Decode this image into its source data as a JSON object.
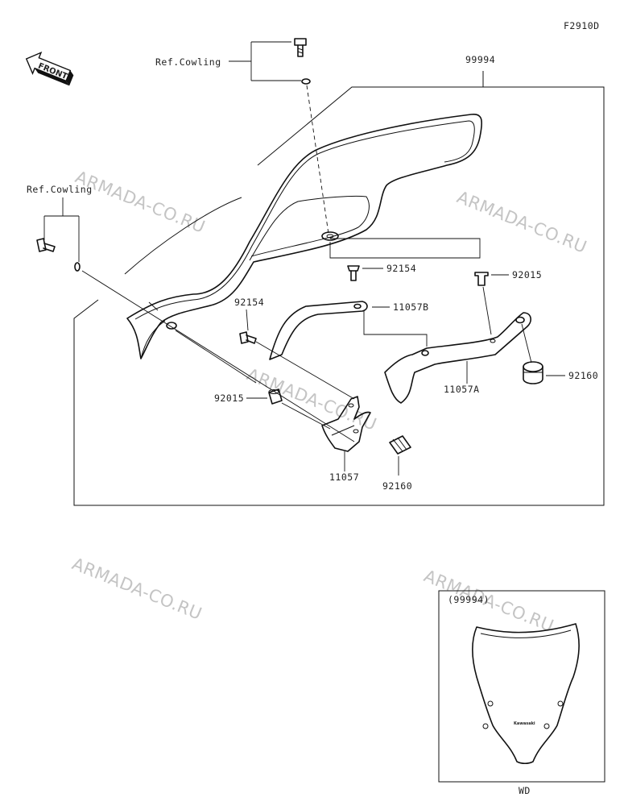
{
  "figure_code": "F2910D",
  "front_label": "FRONT",
  "watermark": "ARMADA-CO.RU",
  "labels": {
    "ref_cowling_top": "Ref.Cowling",
    "ref_cowling_left": "Ref.Cowling",
    "windshield": "99994",
    "screw_right": "92154",
    "collar_right": "92015",
    "stay_b": "11057B",
    "screw_left": "92154",
    "stay_a": "11057A",
    "damper_right": "92160",
    "collar_left": "92015",
    "stay": "11057",
    "damper_left": "92160"
  },
  "inset": {
    "ref": "(99994)",
    "caption": "WD",
    "brand": "Kawasaki"
  }
}
